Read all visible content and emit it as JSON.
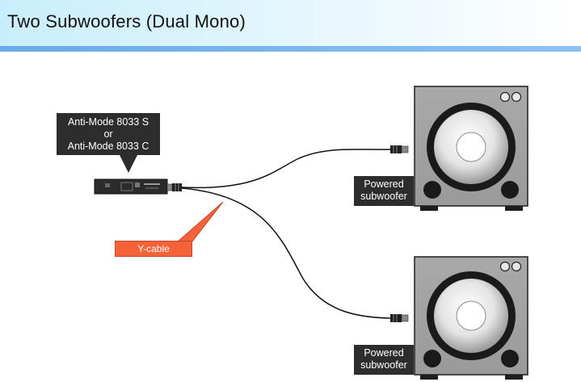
{
  "header": {
    "title": "Two Subwoofers (Dual Mono)"
  },
  "device_callout": {
    "line1": "Anti-Mode 8033 S",
    "line2": "or",
    "line3": "Anti-Mode 8033 C"
  },
  "cable_label": {
    "text": "Y-cable"
  },
  "subwoofers": [
    {
      "line1": "Powered",
      "line2": "subwoofer"
    },
    {
      "line1": "Powered",
      "line2": "subwoofer"
    }
  ],
  "colors": {
    "header_bar": "#7ab6ee",
    "y_cable_label": "#f4623a",
    "callout_bg": "#2d2d2d"
  }
}
